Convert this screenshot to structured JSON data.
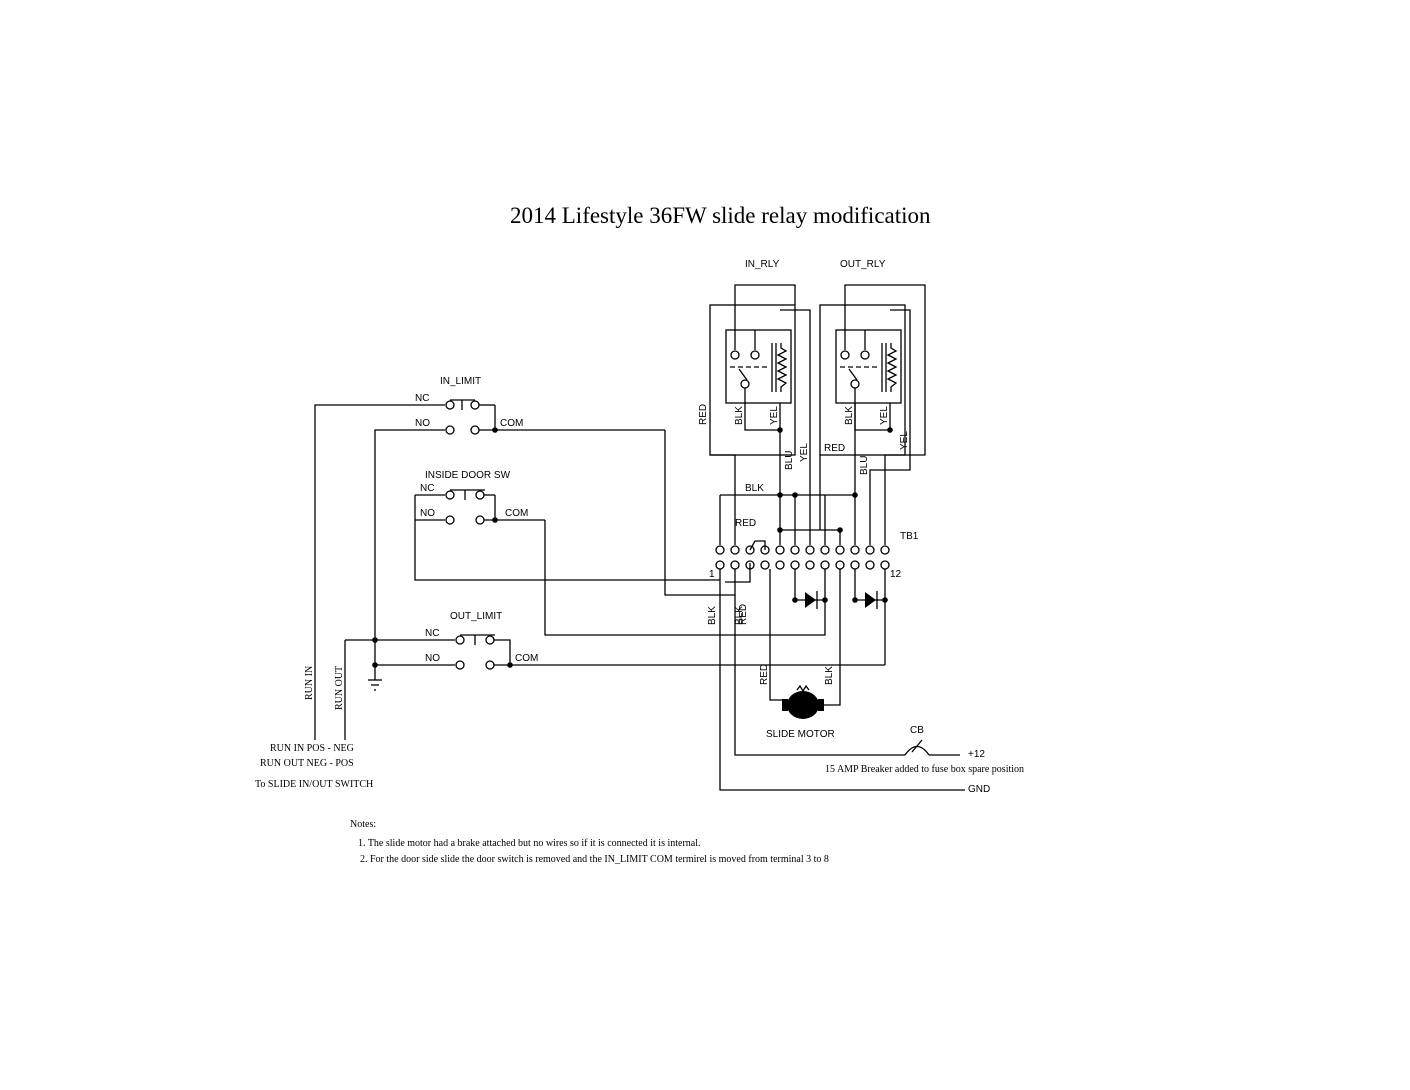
{
  "title": "2014 Lifestyle 36FW slide relay modification",
  "components": {
    "in_relay": "IN_RLY",
    "out_relay": "OUT_RLY",
    "in_limit": "IN_LIMIT",
    "inside_door_sw": "INSIDE DOOR SW",
    "out_limit": "OUT_LIMIT",
    "terminal_block": "TB1",
    "tb_first": "1",
    "tb_last": "12",
    "motor": "SLIDE MOTOR",
    "breaker": "CB"
  },
  "switch_labels": {
    "nc": "NC",
    "no": "NO",
    "com": "COM"
  },
  "wire_labels": {
    "red": "RED",
    "blk": "BLK",
    "yel": "YEL",
    "blu": "BLU"
  },
  "run_labels": {
    "run_in": "RUN IN",
    "run_out": "RUN OUT",
    "run_in_pol": "RUN IN  POS - NEG",
    "run_out_pol": "RUN OUT  NEG - POS",
    "to_switch": "To SLIDE IN/OUT SWITCH"
  },
  "power": {
    "plus12": "+12",
    "gnd": "GND",
    "breaker_note": "15 AMP Breaker added to fuse box spare position"
  },
  "notes": {
    "heading": "Notes:",
    "items": [
      "1. The slide motor had a brake attached but no wires so if it is connected it is internal.",
      "2.  For the door side slide the door switch is removed and the IN_LIMIT COM termirel is moved from terminal 3 to 8"
    ]
  }
}
